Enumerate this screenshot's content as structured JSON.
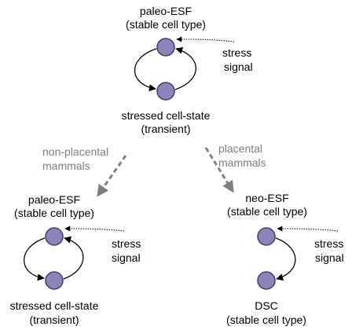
{
  "colors": {
    "node_fill": "#8a86b8",
    "node_stroke": "#3f3d6e",
    "arrow": "#000000",
    "branch_arrow": "#7f7f7f",
    "branch_label": "#7f7f7f"
  },
  "top": {
    "stable_line1": "paleo-ESF",
    "stable_line2": "(stable cell type)",
    "signal_line1": "stress",
    "signal_line2": "signal",
    "stressed_line1": "stressed cell-state",
    "stressed_line2": "(transient)"
  },
  "branches": {
    "left_line1": "non-placental",
    "left_line2": "mammals",
    "right_line1": "placental",
    "right_line2": "mammals"
  },
  "bottom_left": {
    "stable_line1": "paleo-ESF",
    "stable_line2": "(stable cell type)",
    "signal_line1": "stress",
    "signal_line2": "signal",
    "stressed_line1": "stressed cell-state",
    "stressed_line2": "(transient)"
  },
  "bottom_right": {
    "stable_line1": "neo-ESF",
    "stable_line2": "(stable cell type)",
    "signal_line1": "stress",
    "signal_line2": "signal",
    "derived_line1": "DSC",
    "derived_line2": "(stable cell type)"
  }
}
